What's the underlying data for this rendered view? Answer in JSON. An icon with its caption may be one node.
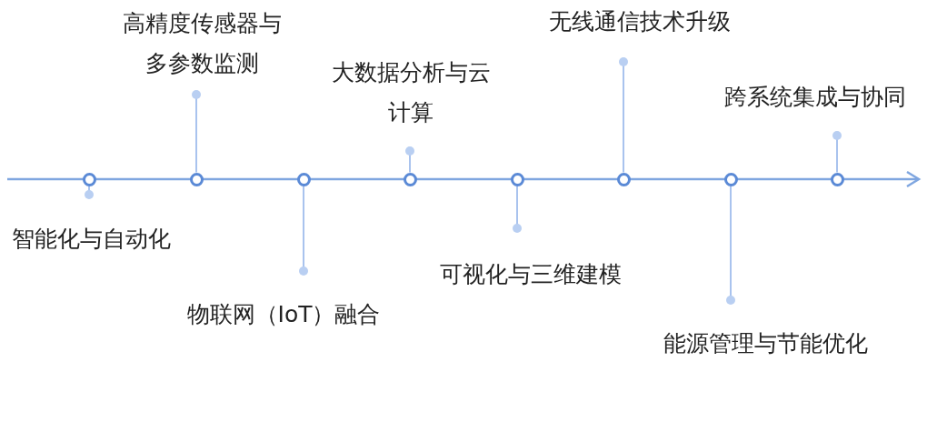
{
  "diagram": {
    "nodes": [
      {
        "text": [
          "智能化与自动化"
        ]
      },
      {
        "text": [
          "高精度传感器与多参数监测"
        ]
      },
      {
        "text": [
          "物联网（IoT）融合"
        ]
      },
      {
        "text": [
          "大数据分析与云计算"
        ]
      },
      {
        "text": [
          "可视化与三维建模"
        ]
      },
      {
        "text": [
          "无线通信技术升级"
        ]
      },
      {
        "text": [
          "能源管理与节能优化"
        ]
      },
      {
        "text": [
          "跨系统集成与协同"
        ]
      },
      {
        "text": [],
        "shape": "circle"
      },
      {
        "text": [],
        "shape": "circle"
      },
      {
        "text": [],
        "shape": "circle"
      },
      {
        "text": [],
        "shape": "circle"
      },
      {
        "text": [],
        "shape": "circle"
      },
      {
        "text": [],
        "shape": "circle"
      },
      {
        "text": [],
        "shape": "circle"
      },
      {
        "text": [],
        "shape": "circle"
      }
    ],
    "edges": [
      {
        "from": 8,
        "to": 0,
        "arrow": "other"
      },
      {
        "from": 9,
        "to": 1,
        "arrow": "other"
      },
      {
        "from": 10,
        "to": 2,
        "arrow": "other"
      },
      {
        "from": 11,
        "to": 3,
        "arrow": "other"
      },
      {
        "from": 12,
        "to": 4,
        "arrow": "other"
      },
      {
        "from": 13,
        "to": 5,
        "arrow": "other"
      },
      {
        "from": 14,
        "to": 6,
        "arrow": "other"
      },
      {
        "from": 15,
        "to": 7,
        "arrow": "other"
      }
    ]
  }
}
